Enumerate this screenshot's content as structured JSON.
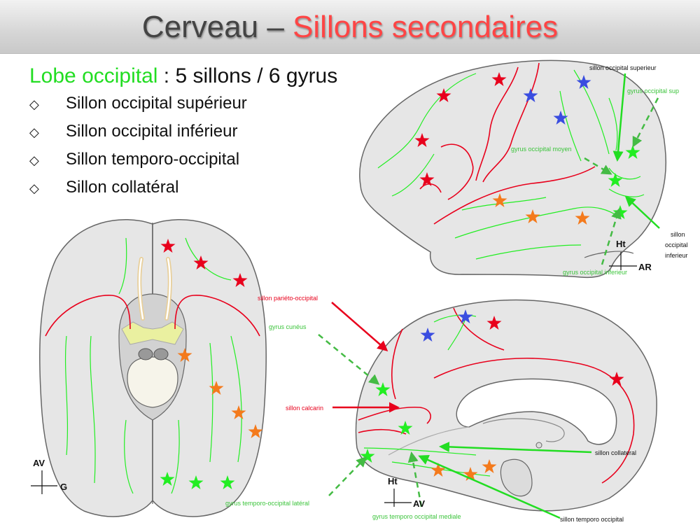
{
  "title": {
    "main": "Cerveau – ",
    "accent": "Sillons secondaires"
  },
  "heading": {
    "lobe": "Lobe occipital",
    "rest": " : 5 sillons / 6 gyrus"
  },
  "bullets": [
    "Sillon occipital supérieur",
    "Sillon occipital inférieur",
    "Sillon temporo-occipital",
    "Sillon collatéral"
  ],
  "bullet_symbol": "◇",
  "lateral_view": {
    "labels": {
      "sillon_occipital_superieur": "sillon occipital superieur",
      "gyrus_occipital_sup": "gyrus occipital sup",
      "gyrus_occipital_moyen": "gyrus occipital moyen",
      "sillon_occipital_inferieur": [
        "sillon",
        "occipital",
        "inferieur"
      ],
      "gyrus_occipital_inferieur": "gyrus occipital inferieur"
    },
    "axes": {
      "up": "Ht",
      "right": "AR"
    }
  },
  "inferior_view": {
    "axes": {
      "up": "AV",
      "right": "G"
    }
  },
  "medial_view": {
    "labels": {
      "sillon_parieto_occipital": "sillon pariéto-occipital",
      "gyrus_cuneus": "gyrus cunéus",
      "sillon_calcarin": "sillon calcarin",
      "sillon_collateral": "sillon collateral",
      "gyrus_temporo_occipital_lateral": "gyrus temporo-occipital latéral",
      "gyrus_temporo_occipital_mediale": "gyrus temporo occipital mediale",
      "sillon_temporo_occipital": "sillon temporo occipital"
    },
    "axes": {
      "up": "Ht",
      "right": "AV"
    }
  },
  "colors": {
    "red": "#e8001c",
    "blue": "#3a4de0",
    "orange": "#f47a1c",
    "green": "#22ee22",
    "label_green": "#3cc43c",
    "title_accent": "#ff4545"
  }
}
